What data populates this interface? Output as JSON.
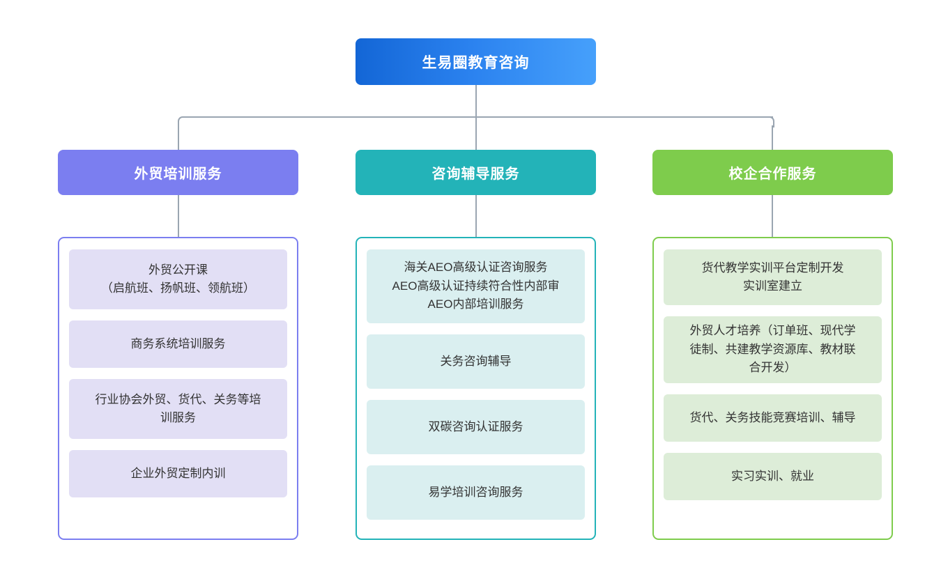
{
  "diagram": {
    "type": "organization-chart",
    "root": {
      "label": "生易圈教育咨询",
      "color": "#2b82ef",
      "gradient_from": "#1366d6",
      "gradient_to": "#46a0fb",
      "text_color": "#ffffff"
    },
    "connector_color": "#9aa5b1",
    "branches": [
      {
        "label": "外贸培训服务",
        "header_color": "#7b7ef0",
        "border_color": "#7b7ef0",
        "card_color": "#e2dff5",
        "items": [
          "外贸公开课\n（启航班、扬帆班、领航班）",
          "商务系统培训服务",
          "行业协会外贸、货代、关务等培\n训服务",
          "企业外贸定制内训"
        ]
      },
      {
        "label": "咨询辅导服务",
        "header_color": "#23b3b8",
        "border_color": "#23b3b8",
        "card_color": "#daeff0",
        "items": [
          "海关AEO高级认证咨询服务\nAEO高级认证持续符合性内部审\nAEO内部培训服务",
          "关务咨询辅导",
          "双碳咨询认证服务",
          "易学培训咨询服务"
        ]
      },
      {
        "label": "校企合作服务",
        "header_color": "#7ecc4c",
        "border_color": "#7ecc4c",
        "card_color": "#ddedd8",
        "items": [
          "货代教学实训平台定制开发\n实训室建立",
          "外贸人才培养（订单班、现代学\n徒制、共建教学资源库、教材联\n合开发）",
          "货代、关务技能竞赛培训、辅导",
          "实习实训、就业"
        ]
      }
    ]
  }
}
